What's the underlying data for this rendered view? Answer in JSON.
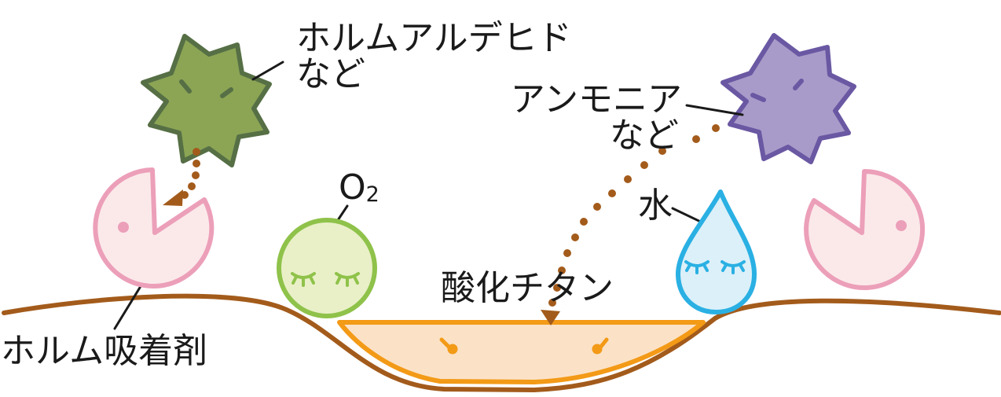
{
  "labels": {
    "formaldehyde_line1": "ホルムアルデヒド",
    "formaldehyde_line2": "など",
    "ammonia_line1": "アンモニア",
    "ammonia_line2": "など",
    "oxygen_main": "O",
    "oxygen_sub": "2",
    "water": "水",
    "titanium_oxide": "酸化チタン",
    "adsorbent": "ホルム吸着剤"
  },
  "colors": {
    "formaldehyde_fill": "#8ba555",
    "formaldehyde_stroke": "#566f45",
    "ammonia_fill": "#a99bc9",
    "ammonia_stroke": "#6a58a3",
    "adsorbent_fill": "#fbe9ea",
    "adsorbent_stroke": "#ec9fb9",
    "oxygen_fill": "#e9f0c7",
    "oxygen_stroke": "#8fc24a",
    "water_fill": "#dcf0f9",
    "water_stroke": "#2ab0e3",
    "titanium_fill": "#fbe2c7",
    "titanium_stroke": "#f39a17",
    "ground": "#a35b1b",
    "path_dots": "#a35b1b"
  }
}
